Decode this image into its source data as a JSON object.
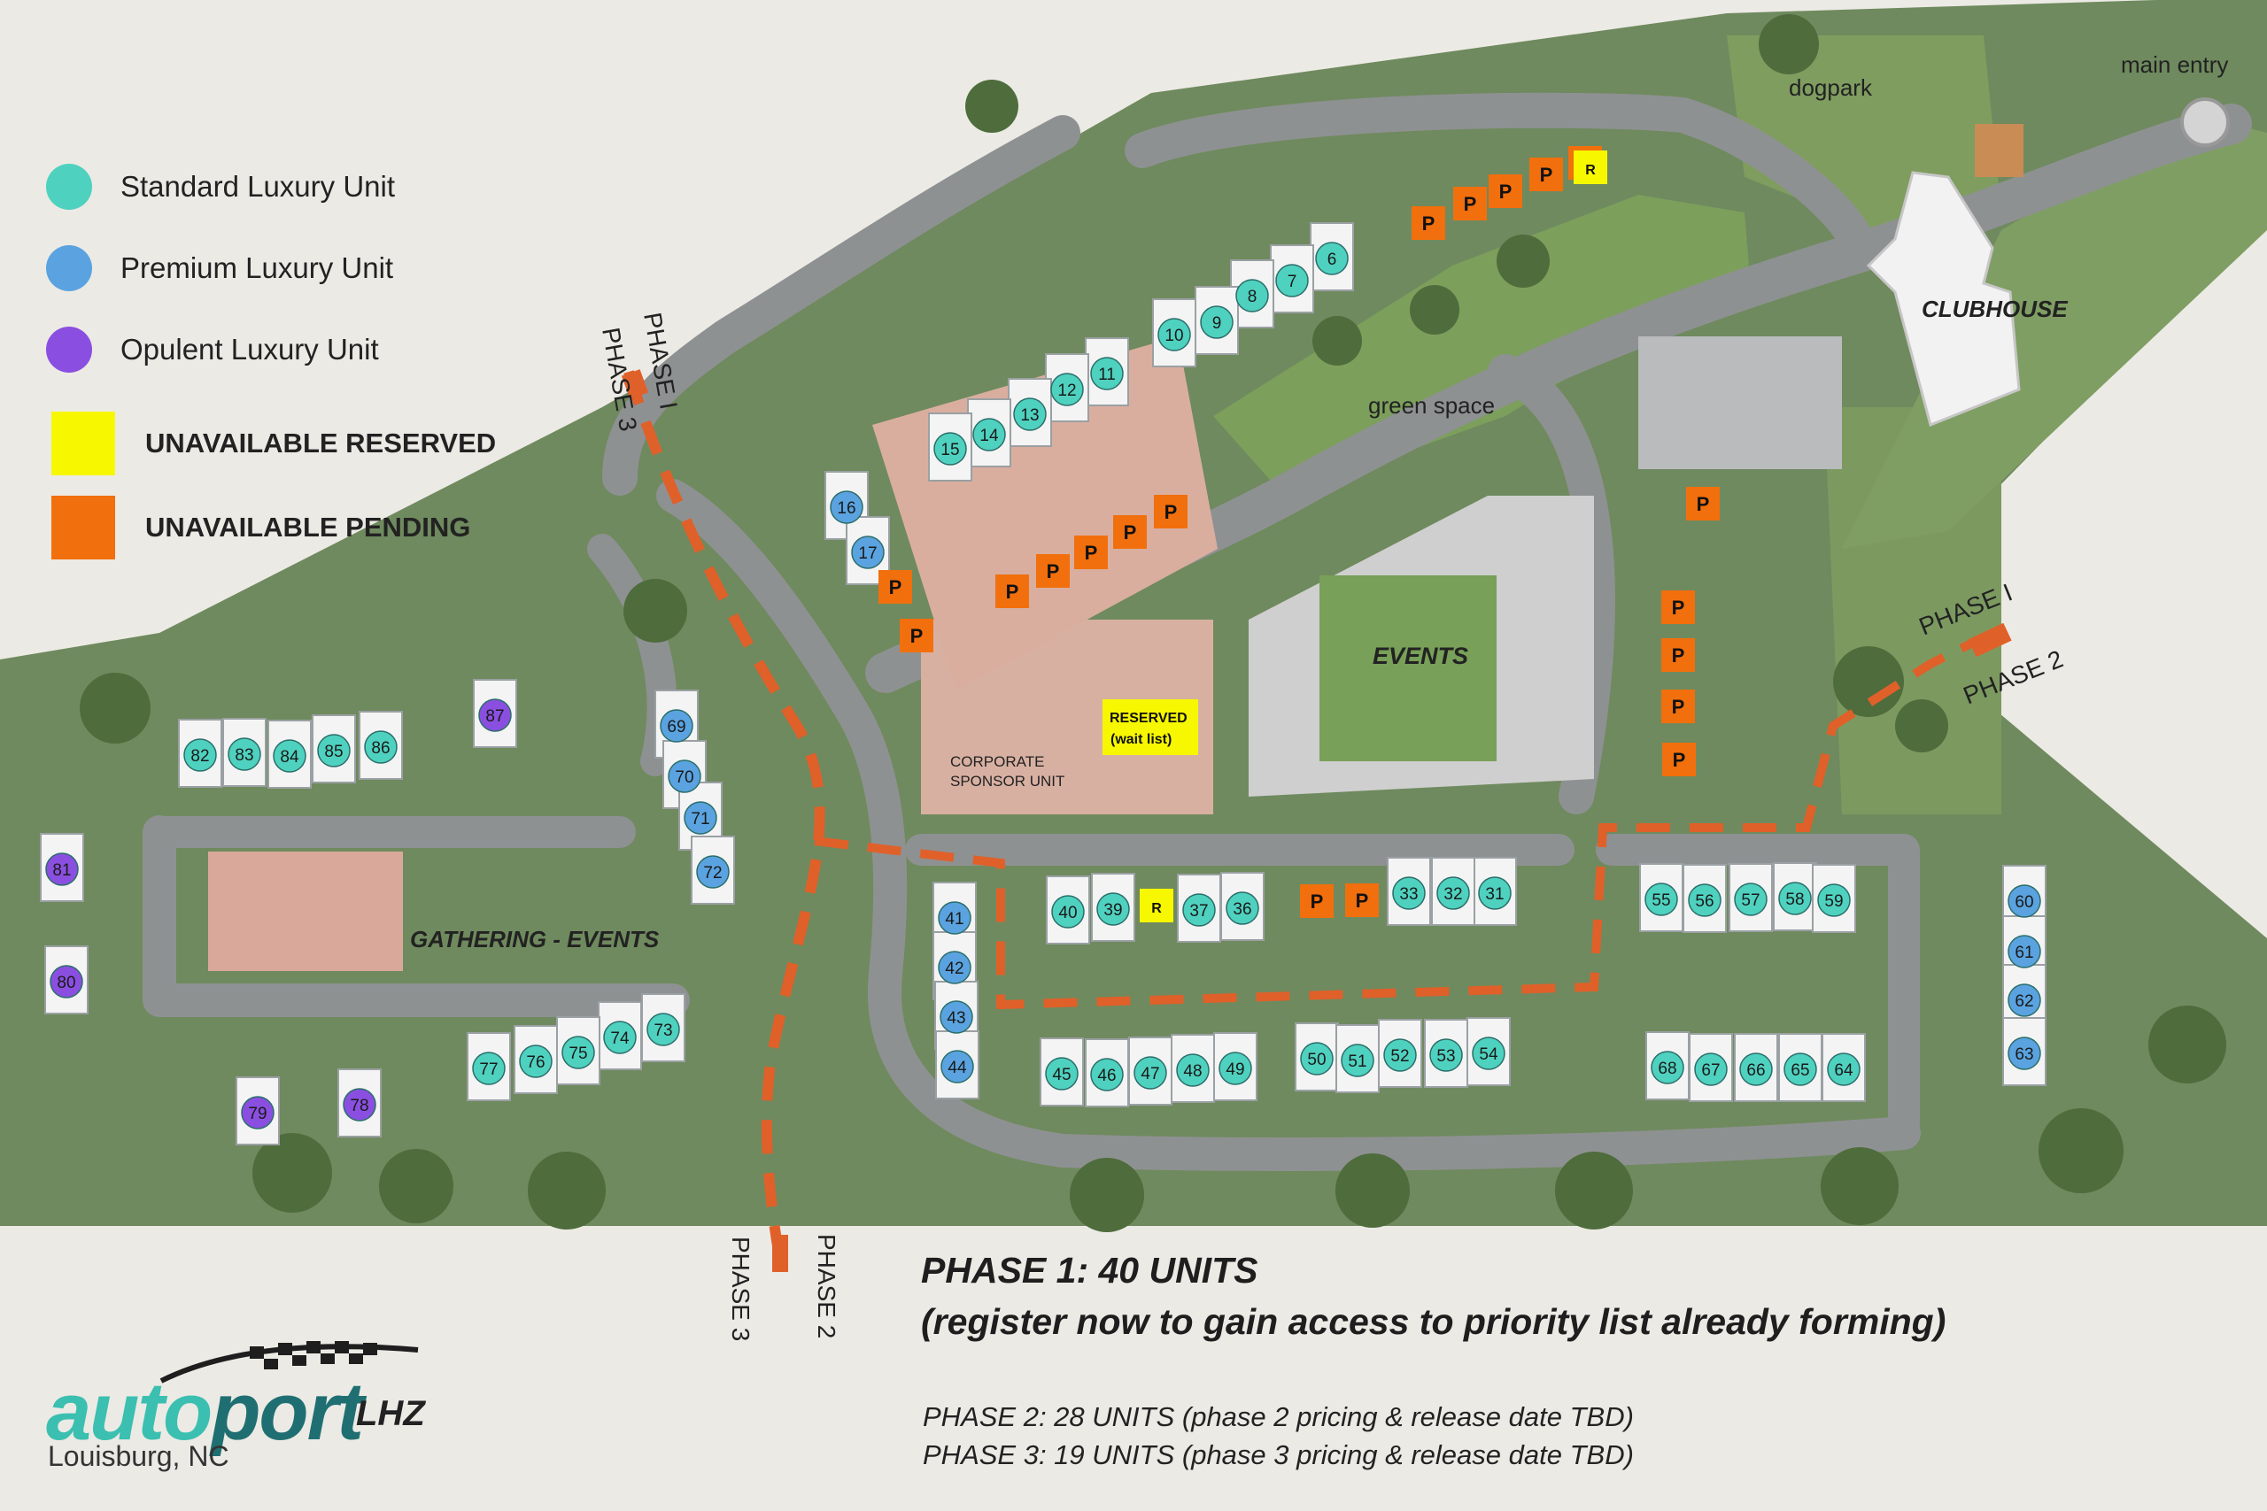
{
  "legend": {
    "standard": {
      "label": "Standard Luxury Unit",
      "color": "#4fd1bf"
    },
    "premium": {
      "label": "Premium Luxury Unit",
      "color": "#5aa3e0"
    },
    "opulent": {
      "label": "Opulent Luxury Unit",
      "color": "#8a4fe0"
    },
    "reserved": {
      "label": "UNAVAILABLE RESERVED",
      "color": "#f7f700"
    },
    "pending": {
      "label": "UNAVAILABLE PENDING",
      "color": "#f26f0d"
    }
  },
  "map_labels": {
    "dogpark": "dogpark",
    "main_entry": "main entry",
    "clubhouse": "CLUBHOUSE",
    "green_space": "green space",
    "events": "EVENTS",
    "gathering_events": "GATHERING - EVENTS",
    "corporate_line1": "CORPORATE",
    "corporate_line2": "SPONSOR UNIT",
    "reserved_line1": "RESERVED",
    "reserved_line2": "(wait list)"
  },
  "phase_markers": {
    "phase_1": "PHASE I",
    "phase_2": "PHASE 2",
    "phase_3": "PHASE 3"
  },
  "phases": {
    "title": "PHASE 1: 40 UNITS",
    "subtitle": "(register now to gain access to priority list already forming)",
    "phase2": "PHASE 2:  28 UNITS (phase 2 pricing & release date TBD)",
    "phase3": "PHASE 3:  19 UNITS (phase 3 pricing & release date TBD)"
  },
  "status_marks": {
    "pending": "P",
    "reserved": "R"
  },
  "brand": {
    "word_a": "auto",
    "word_b": "port",
    "suffix": "LHZ",
    "location": "Louisburg, NC"
  },
  "units": [
    {
      "n": "6",
      "t": "standard"
    },
    {
      "n": "7",
      "t": "standard"
    },
    {
      "n": "8",
      "t": "standard"
    },
    {
      "n": "9",
      "t": "standard"
    },
    {
      "n": "10",
      "t": "standard"
    },
    {
      "n": "11",
      "t": "standard"
    },
    {
      "n": "12",
      "t": "standard"
    },
    {
      "n": "13",
      "t": "standard"
    },
    {
      "n": "14",
      "t": "standard"
    },
    {
      "n": "15",
      "t": "standard"
    },
    {
      "n": "16",
      "t": "premium"
    },
    {
      "n": "17",
      "t": "premium"
    },
    {
      "n": "31",
      "t": "standard"
    },
    {
      "n": "32",
      "t": "standard"
    },
    {
      "n": "33",
      "t": "standard"
    },
    {
      "n": "36",
      "t": "standard"
    },
    {
      "n": "37",
      "t": "standard"
    },
    {
      "n": "39",
      "t": "standard"
    },
    {
      "n": "40",
      "t": "standard"
    },
    {
      "n": "41",
      "t": "premium"
    },
    {
      "n": "42",
      "t": "premium"
    },
    {
      "n": "43",
      "t": "premium"
    },
    {
      "n": "44",
      "t": "premium"
    },
    {
      "n": "45",
      "t": "standard"
    },
    {
      "n": "46",
      "t": "standard"
    },
    {
      "n": "47",
      "t": "standard"
    },
    {
      "n": "48",
      "t": "standard"
    },
    {
      "n": "49",
      "t": "standard"
    },
    {
      "n": "50",
      "t": "standard"
    },
    {
      "n": "51",
      "t": "standard"
    },
    {
      "n": "52",
      "t": "standard"
    },
    {
      "n": "53",
      "t": "standard"
    },
    {
      "n": "54",
      "t": "standard"
    },
    {
      "n": "55",
      "t": "standard"
    },
    {
      "n": "56",
      "t": "standard"
    },
    {
      "n": "57",
      "t": "standard"
    },
    {
      "n": "58",
      "t": "standard"
    },
    {
      "n": "59",
      "t": "standard"
    },
    {
      "n": "60",
      "t": "premium"
    },
    {
      "n": "61",
      "t": "premium"
    },
    {
      "n": "62",
      "t": "premium"
    },
    {
      "n": "63",
      "t": "premium"
    },
    {
      "n": "64",
      "t": "standard"
    },
    {
      "n": "65",
      "t": "standard"
    },
    {
      "n": "66",
      "t": "standard"
    },
    {
      "n": "67",
      "t": "standard"
    },
    {
      "n": "68",
      "t": "standard"
    },
    {
      "n": "69",
      "t": "premium"
    },
    {
      "n": "70",
      "t": "premium"
    },
    {
      "n": "71",
      "t": "premium"
    },
    {
      "n": "72",
      "t": "premium"
    },
    {
      "n": "73",
      "t": "standard"
    },
    {
      "n": "74",
      "t": "standard"
    },
    {
      "n": "75",
      "t": "standard"
    },
    {
      "n": "76",
      "t": "standard"
    },
    {
      "n": "77",
      "t": "standard"
    },
    {
      "n": "78",
      "t": "opulent"
    },
    {
      "n": "79",
      "t": "opulent"
    },
    {
      "n": "80",
      "t": "opulent"
    },
    {
      "n": "81",
      "t": "opulent"
    },
    {
      "n": "82",
      "t": "standard"
    },
    {
      "n": "83",
      "t": "standard"
    },
    {
      "n": "84",
      "t": "standard"
    },
    {
      "n": "85",
      "t": "standard"
    },
    {
      "n": "86",
      "t": "standard"
    },
    {
      "n": "87",
      "t": "opulent"
    }
  ]
}
